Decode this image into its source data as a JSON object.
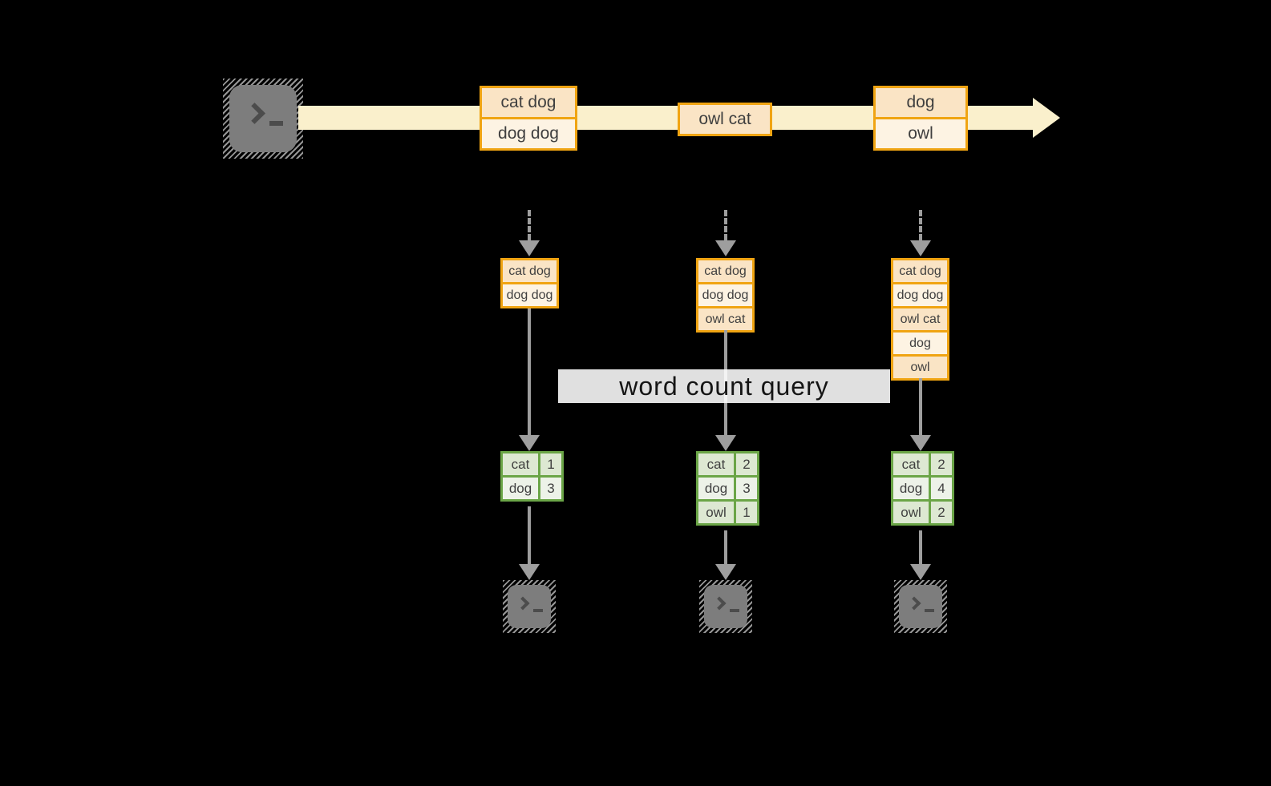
{
  "stream": {
    "events": [
      {
        "rows": [
          "cat dog",
          "dog dog"
        ]
      },
      {
        "rows": [
          "owl cat"
        ]
      },
      {
        "rows": [
          "dog",
          "owl"
        ]
      }
    ]
  },
  "query": {
    "label": "word count query"
  },
  "pipelines": [
    {
      "buffer": [
        "cat dog",
        "dog dog"
      ],
      "counts": [
        {
          "word": "cat",
          "count": "1"
        },
        {
          "word": "dog",
          "count": "3"
        }
      ]
    },
    {
      "buffer": [
        "cat dog",
        "dog dog",
        "owl cat"
      ],
      "counts": [
        {
          "word": "cat",
          "count": "2"
        },
        {
          "word": "dog",
          "count": "3"
        },
        {
          "word": "owl",
          "count": "1"
        }
      ]
    },
    {
      "buffer": [
        "cat dog",
        "dog dog",
        "owl cat",
        "dog",
        "owl"
      ],
      "counts": [
        {
          "word": "cat",
          "count": "2"
        },
        {
          "word": "dog",
          "count": "4"
        },
        {
          "word": "owl",
          "count": "2"
        }
      ]
    }
  ],
  "icons": {
    "source": "terminal-icon",
    "sinks": [
      "terminal-icon",
      "terminal-icon",
      "terminal-icon"
    ]
  },
  "colors": {
    "background": "#000000",
    "stream_band": "#FAF0CC",
    "event_border": "#F0A412",
    "event_fill_dark": "#FAE4C5",
    "event_fill_light": "#FDF3E3",
    "table_border": "#6BA547",
    "table_fill_dark": "#DDE8D2",
    "table_fill_light": "#EDF2E8",
    "arrow_gray": "#9E9E9E",
    "terminal_gray": "#7D7D7D",
    "query_banner": "#FFFFFF",
    "text": "#3F3F3F"
  }
}
